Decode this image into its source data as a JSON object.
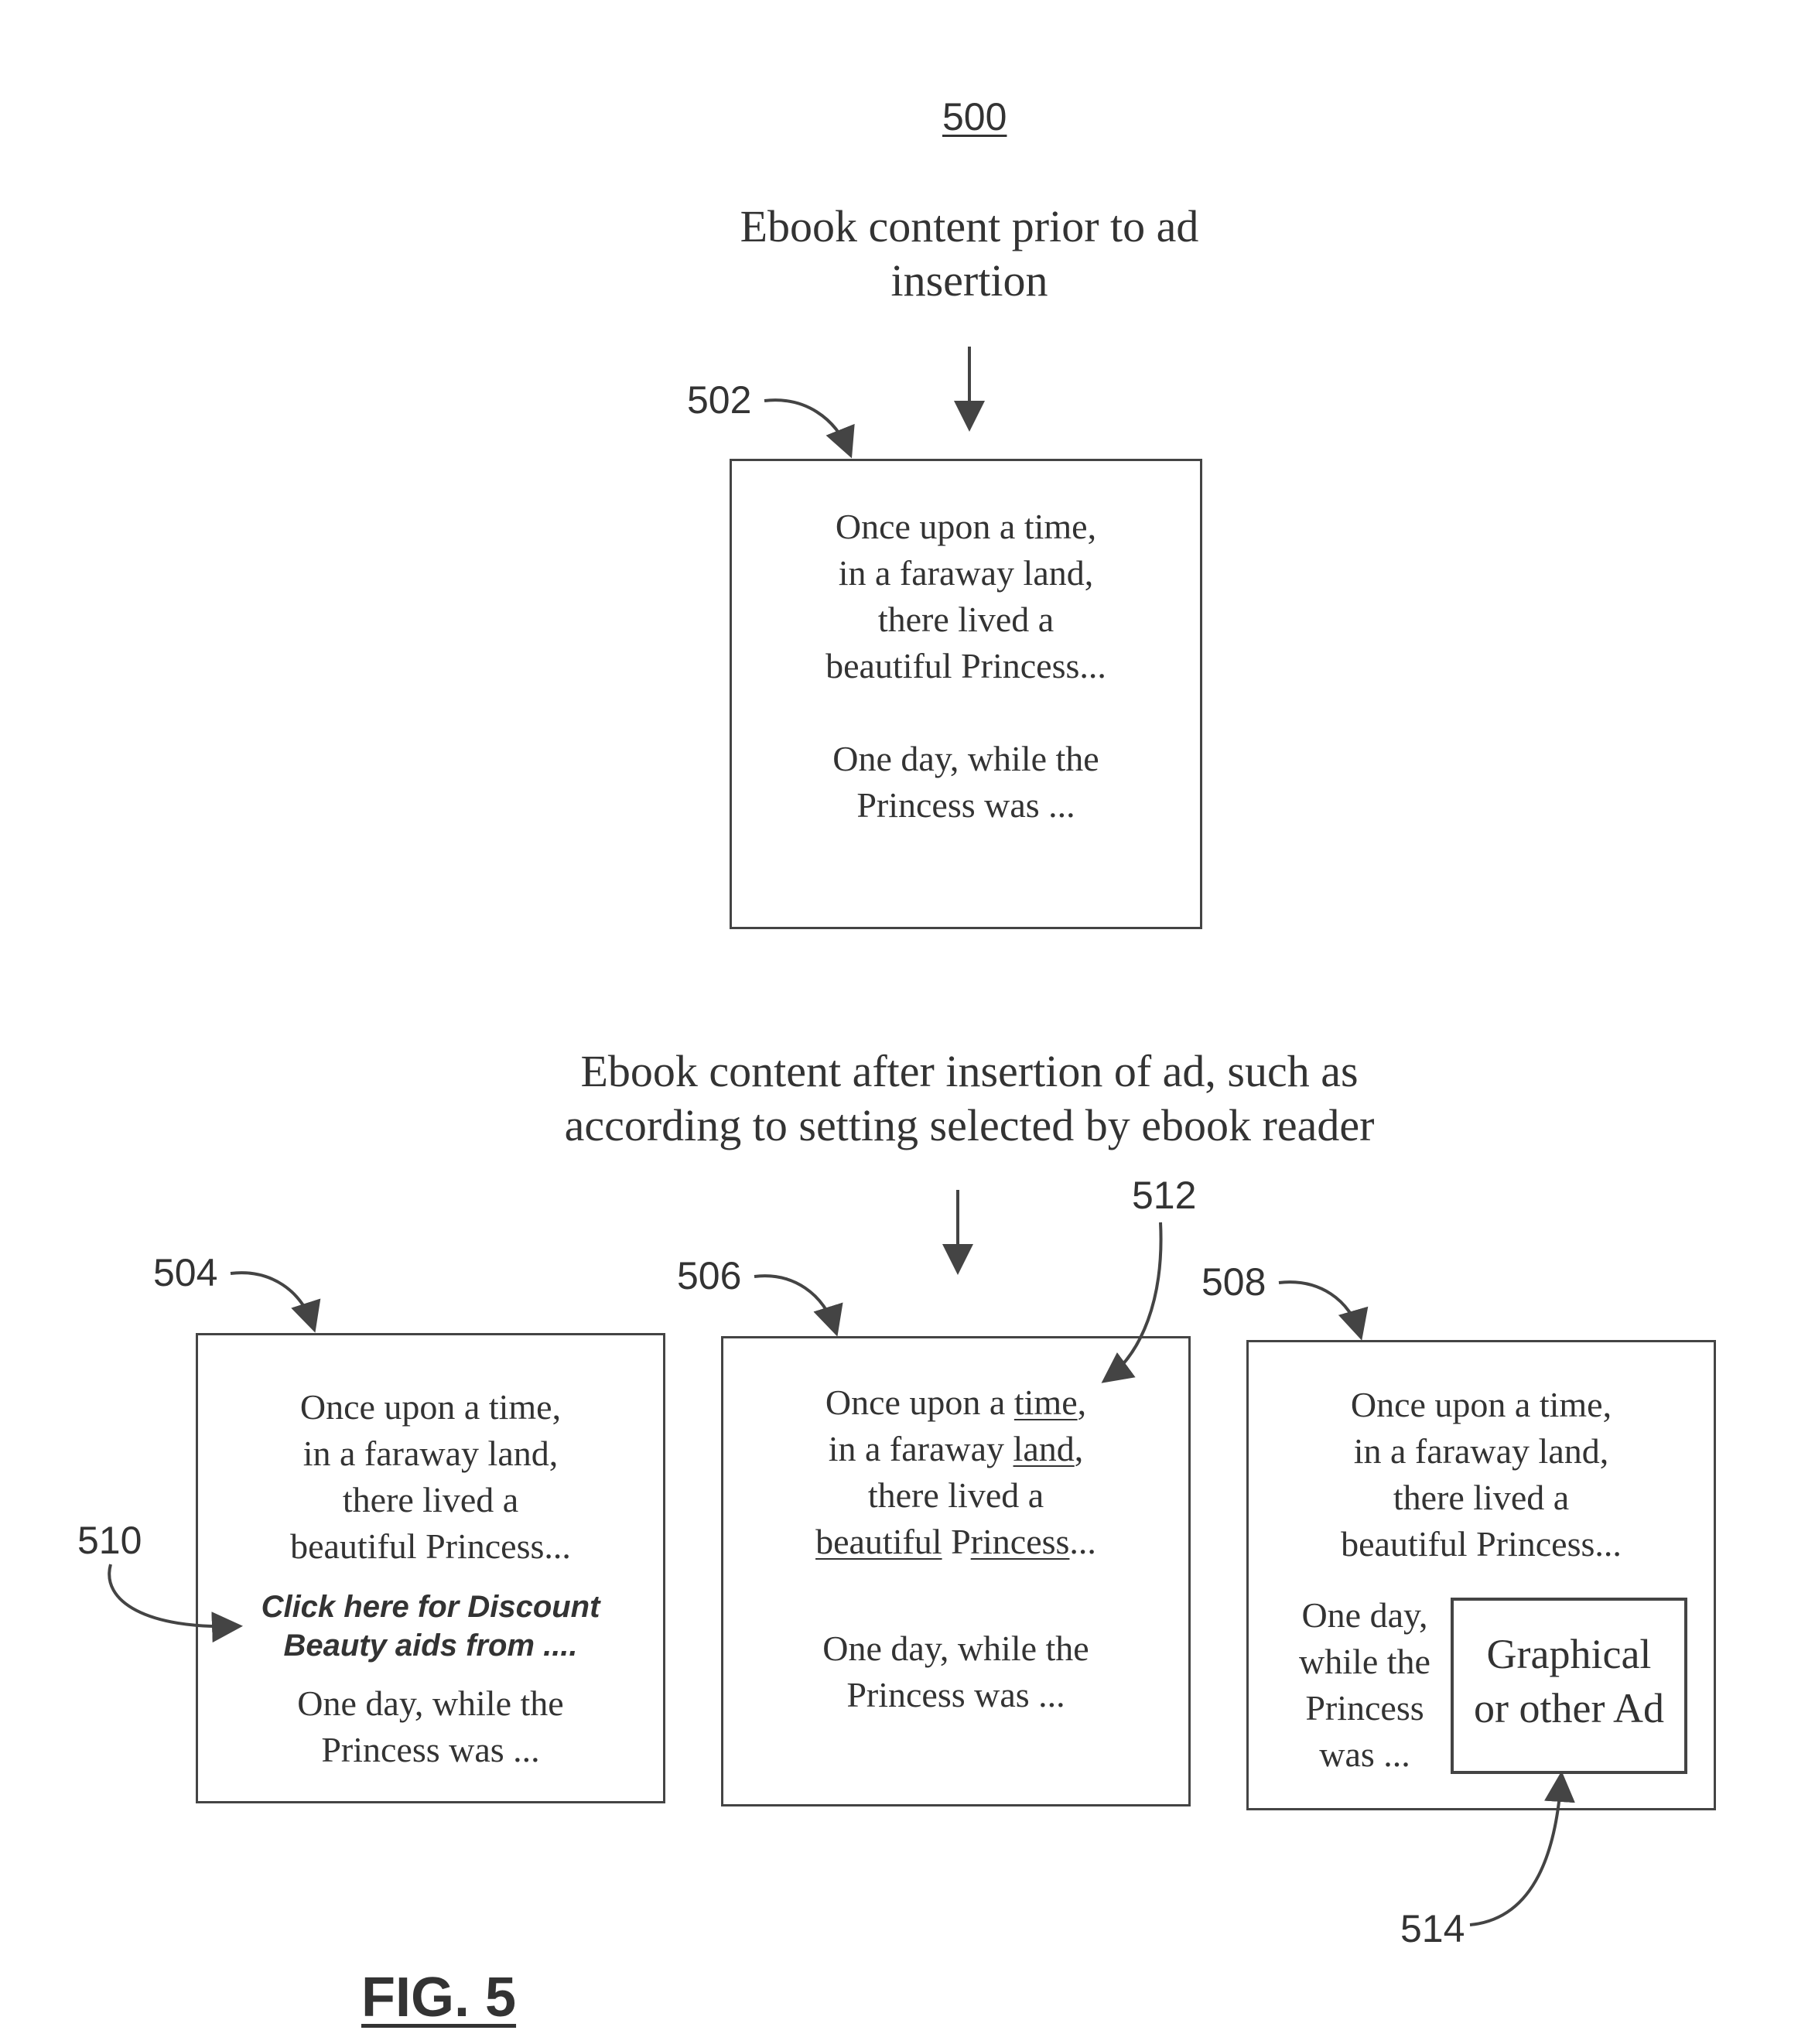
{
  "figure_number": "500",
  "caption_before": [
    "Ebook content prior to ad",
    "insertion"
  ],
  "caption_after": [
    "Ebook content after insertion of ad, such as",
    "according to setting selected by ebook reader"
  ],
  "pages": {
    "p502": {
      "ref": "502",
      "lines": [
        "Once upon a time,",
        "in a faraway land,",
        "there lived a",
        "beautiful Princess..."
      ],
      "lines2": [
        "One day, while the",
        "Princess was ..."
      ]
    },
    "p504": {
      "ref": "504",
      "lines": [
        "Once upon a time,",
        "in a faraway land,",
        "there lived a",
        "beautiful Princess..."
      ],
      "ad_lines": [
        "Click here for Discount",
        "Beauty aids from ...."
      ],
      "lines2": [
        "One day, while the",
        "Princess was ..."
      ]
    },
    "p506": {
      "ref": "506",
      "l1": {
        "a": "Once upon a ",
        "b": "time",
        "c": ","
      },
      "l2": {
        "a": "in a faraway ",
        "b": "land",
        "c": ","
      },
      "l3": "there lived a",
      "l4": {
        "a": "beautiful",
        "b": " P",
        "c": "rincess",
        "d": "..."
      },
      "lines2": [
        "One day, while the",
        "Princess was ..."
      ]
    },
    "p508": {
      "ref": "508",
      "lines": [
        "Once upon a time,",
        "in a faraway land,",
        "there lived a",
        "beautiful Princess..."
      ],
      "side_lines": [
        "One day,",
        "while the",
        "Princess",
        "was ..."
      ],
      "ad_box": [
        "Graphical",
        "or other Ad"
      ]
    }
  },
  "refs": {
    "r510": "510",
    "r512": "512",
    "r514": "514"
  },
  "figure_label": "FIG. 5"
}
